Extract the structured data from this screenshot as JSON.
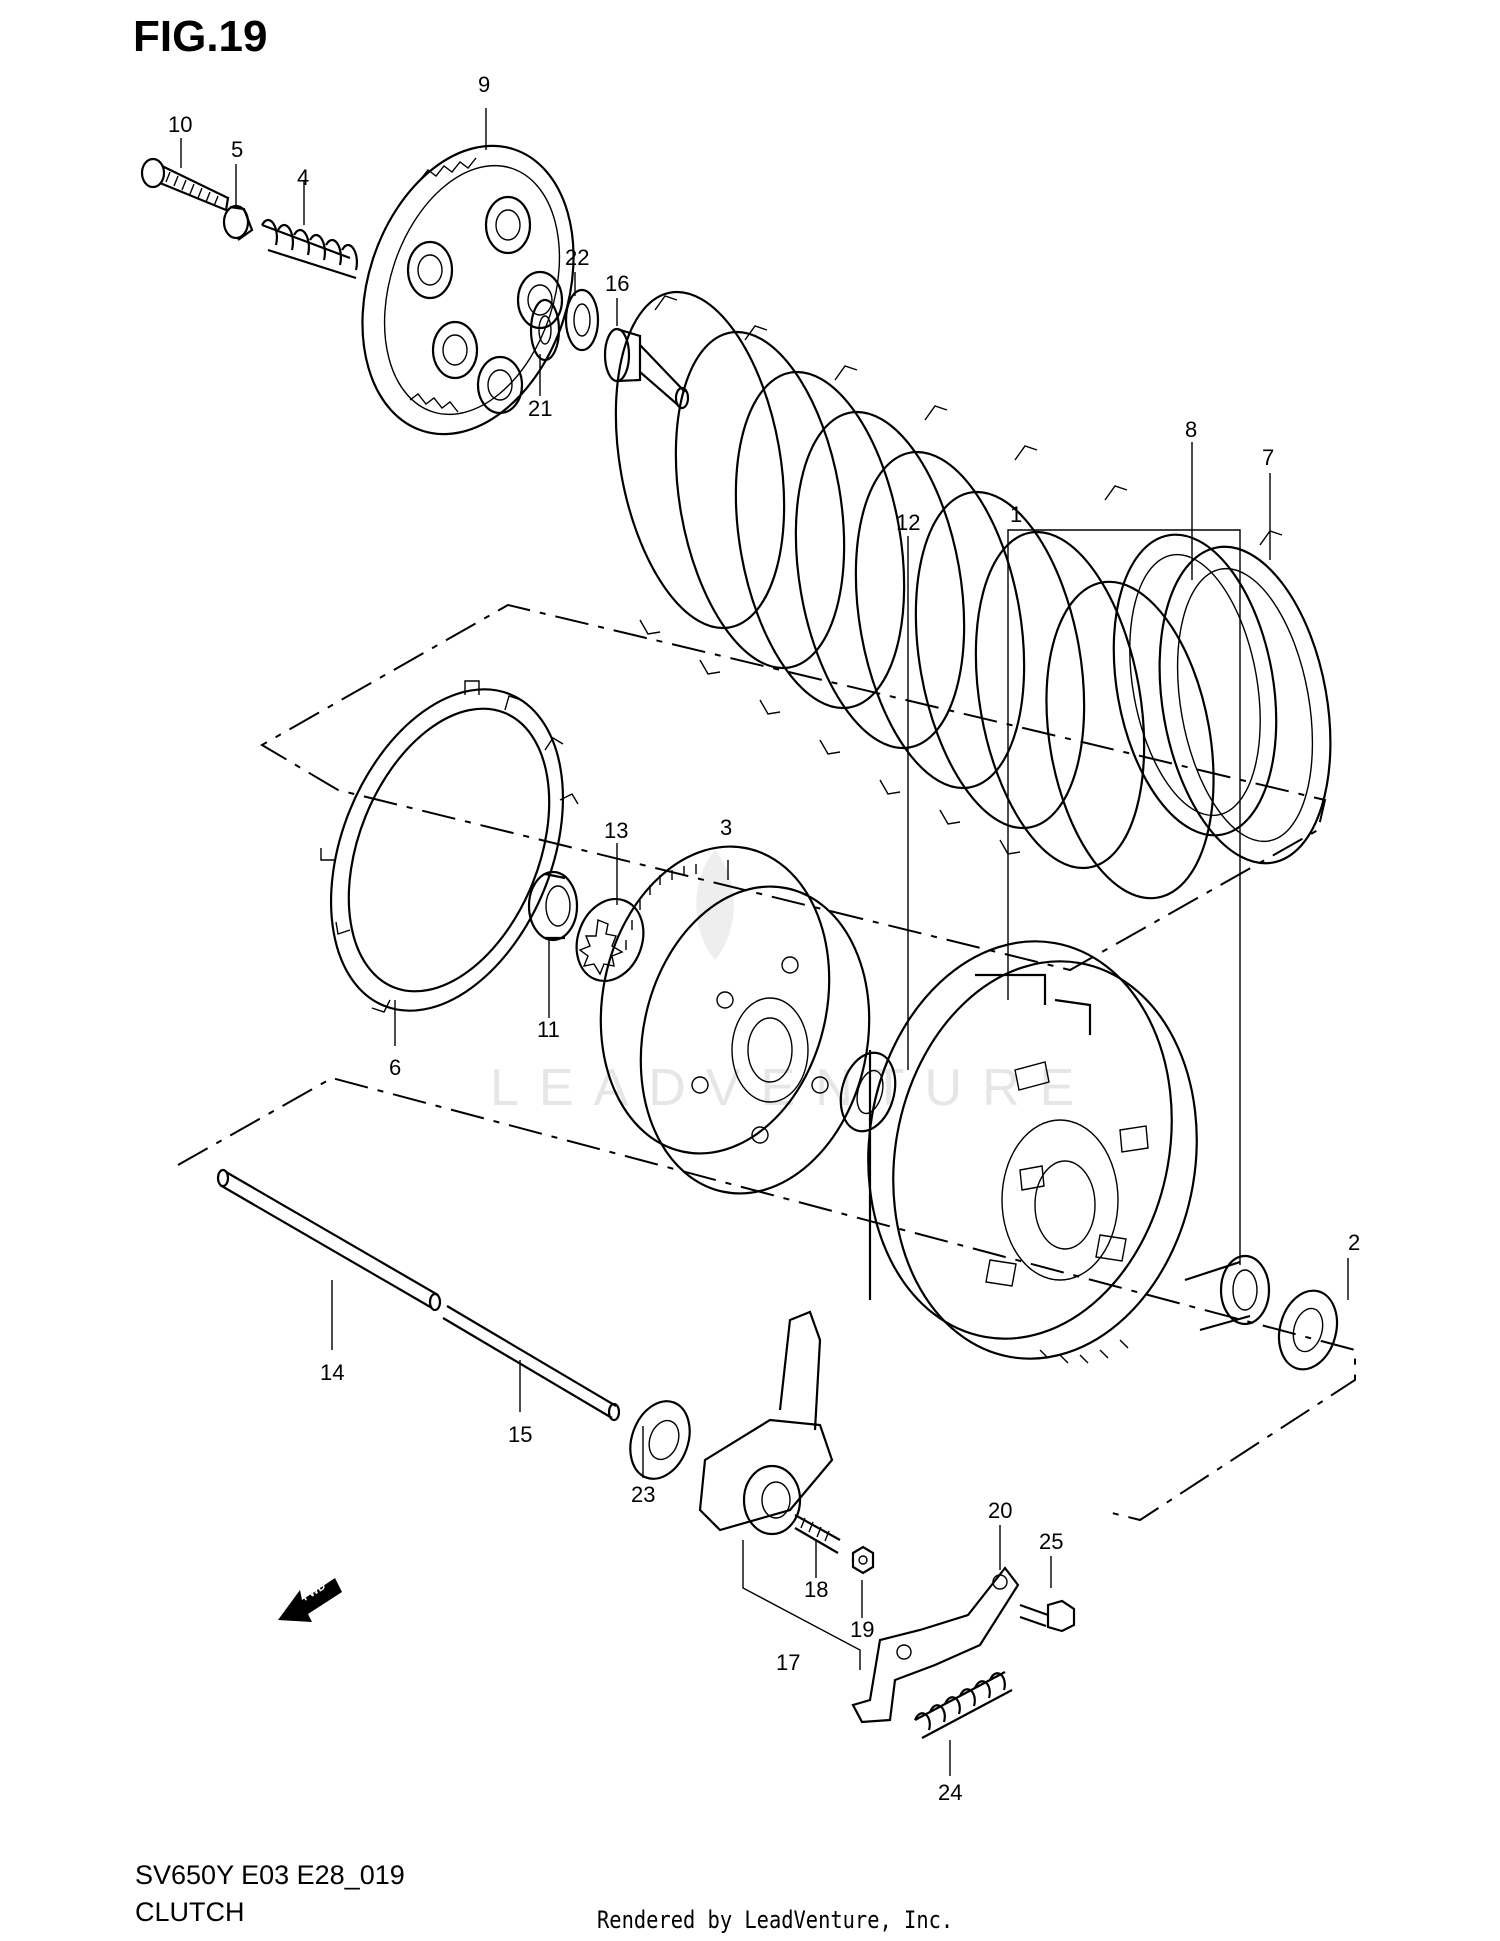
{
  "figure": {
    "title": "FIG.19"
  },
  "footer": {
    "model_code": "SV650Y E03 E28_019",
    "diagram_name": "CLUTCH",
    "credit": "Rendered by LeadVenture, Inc."
  },
  "watermark": "LEADVENTURE",
  "fwd_label": "FWD",
  "callouts": [
    "1",
    "2",
    "3",
    "4",
    "5",
    "6",
    "7",
    "8",
    "9",
    "10",
    "11",
    "12",
    "13",
    "14",
    "15",
    "16",
    "17",
    "18",
    "19",
    "20",
    "21",
    "22",
    "23",
    "24",
    "25"
  ]
}
